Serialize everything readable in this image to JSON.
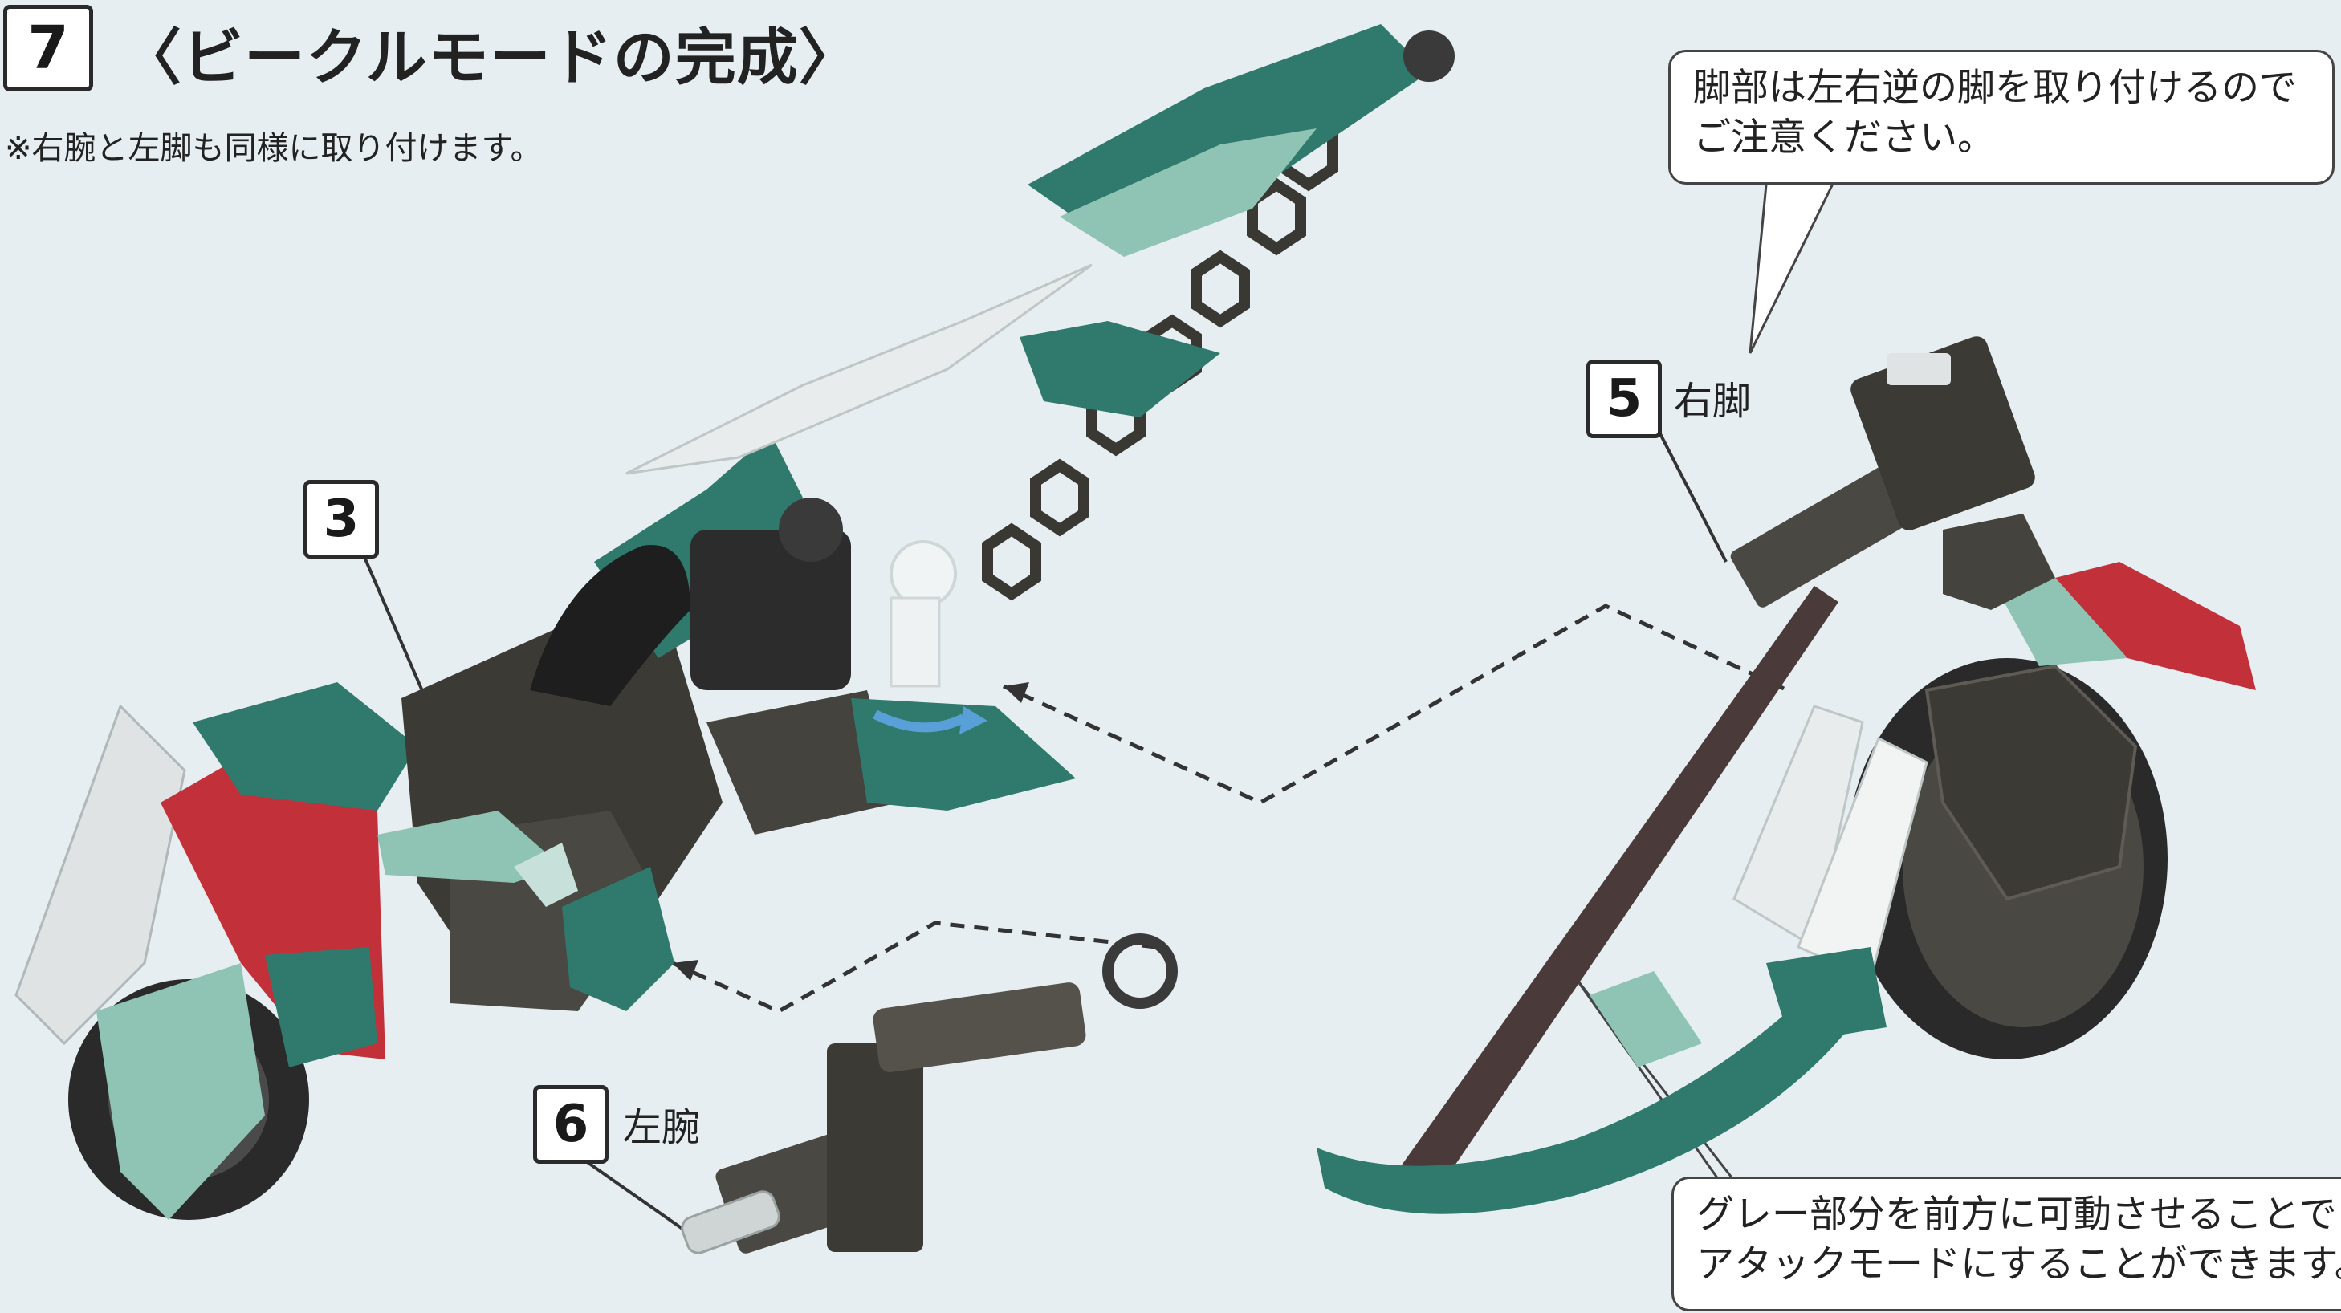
{
  "step": {
    "number": "7",
    "title": "〈ビークルモードの完成〉",
    "note": "※右腕と左脚も同様に取り付けます。"
  },
  "parts": {
    "part3": {
      "number": "3"
    },
    "part5": {
      "number": "5",
      "label": "右脚"
    },
    "part6": {
      "number": "6",
      "label": "左腕"
    }
  },
  "callouts": {
    "leg_caution": {
      "line1": "脚部は左右逆の脚を取り付けるので",
      "line2": "ご注意ください。"
    },
    "attack_mode": {
      "line1": "グレー部分を前方に可動させることで",
      "line2": "アタックモードにすることができます。"
    }
  },
  "colors": {
    "background": "#e6eef2",
    "dark_green": "#2f7a6c",
    "light_green": "#8fc4b4",
    "red": "#c2303a",
    "dark_gray": "#3c3a35",
    "white_gray": "#e8ecec"
  }
}
